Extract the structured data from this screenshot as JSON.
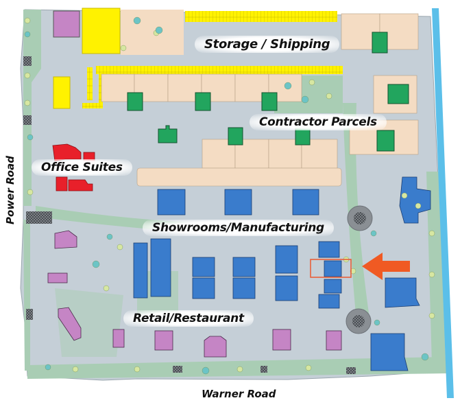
{
  "map": {
    "zones": {
      "storage": {
        "label": "Storage / Shipping"
      },
      "contractor": {
        "label": "Contractor Parcels"
      },
      "office": {
        "label": "Office Suites"
      },
      "showrooms": {
        "label": "Showrooms/Manufacturing"
      },
      "retail": {
        "label": "Retail/Restaurant"
      }
    },
    "roads": {
      "west": {
        "label": "Power Road"
      },
      "south": {
        "label": "Warner Road"
      }
    },
    "highlight": {
      "marker": "arrow-pointer",
      "target": "highlighted-showroom-unit"
    },
    "colors": {
      "background": "#ffffff",
      "pavement": "#c5cfd7",
      "landscape": "#a9cdb4",
      "parcel": "#f4dcc3",
      "storage": "#fff200",
      "contractor_building": "#22a55e",
      "office_building": "#e8202a",
      "showroom_building": "#3a7ccc",
      "retail_building": "#c585c5",
      "canal": "#5bbfe9",
      "arrow": "#f05a23",
      "highlight_box": "#e8603a",
      "tree_light": "#d7e7a2",
      "tree_teal": "#6cc4c6"
    }
  }
}
